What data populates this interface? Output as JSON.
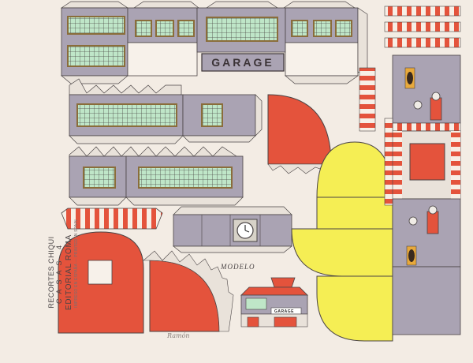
{
  "sheet": {
    "sign_text": "GARAGE",
    "model_label": "MODELO",
    "model_sign_text": "GARAGE",
    "side_text": [
      "RECORTES CHIQUI",
      "CASAS 4",
      "EDITORIAL ROMA",
      "IMPRESO EN ESPAÑA — PRINTED IN SPAIN"
    ],
    "signature": "Ramón"
  },
  "palette": {
    "paper": "#f3ece4",
    "wall_lavender": "#aaa3b3",
    "window_green": "#bfe6c8",
    "red": "#e4533c",
    "yellow": "#f5ee54",
    "outline": "#4a4445"
  },
  "icons": [
    "clock-icon",
    "fuel-pump-icon",
    "tire-poster-icon"
  ]
}
